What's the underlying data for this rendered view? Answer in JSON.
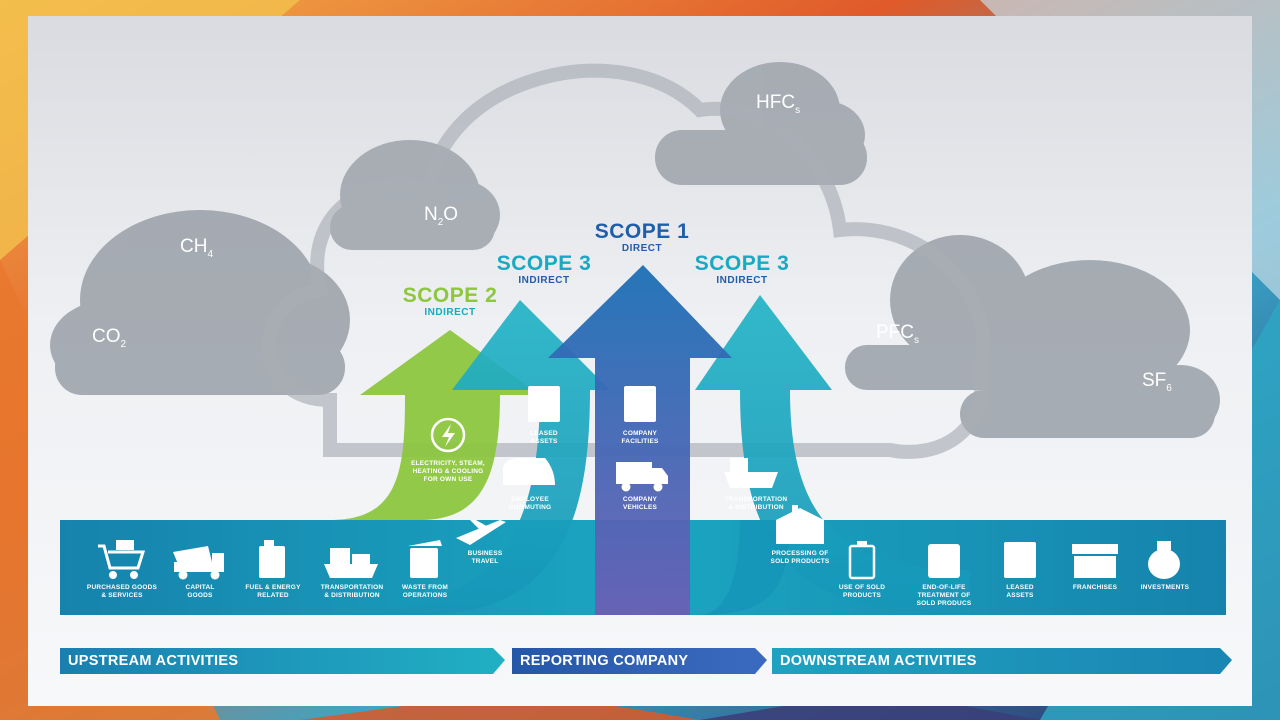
{
  "gases": [
    {
      "main": "CO",
      "sub": "2"
    },
    {
      "main": "CH",
      "sub": "4"
    },
    {
      "main": "N",
      "sub": "2",
      "tail": "O"
    },
    {
      "main": "HFC",
      "sub": "s"
    },
    {
      "main": "PFC",
      "sub": "s"
    },
    {
      "main": "SF",
      "sub": "6"
    }
  ],
  "scopes": {
    "scope1": {
      "title": "SCOPE 1",
      "sub": "DIRECT"
    },
    "scope2": {
      "title": "SCOPE 2",
      "sub": "INDIRECT"
    },
    "scope3_left": {
      "title": "SCOPE 3",
      "sub": "INDIRECT"
    },
    "scope3_right": {
      "title": "SCOPE 3",
      "sub": "INDIRECT"
    }
  },
  "activities": {
    "purchased": "PURCHASED GOODS\n& SERVICES",
    "capital": "CAPITAL\nGOODS",
    "fuel": "FUEL & ENERGY\nRELATED",
    "transport_up": "TRANSPORTATION\n& DISTRIBUTION",
    "waste": "WASTE FROM\nOPERATIONS",
    "business_travel": "BUSINESS\nTRAVEL",
    "employee_commuting": "EMPLOYEE\nCOMMUTING",
    "leased_up": "LEASED\nASSETS",
    "electricity": "ELECTRICITY, STEAM,\nHEATING & COOLING\nFOR OWN USE",
    "company_facilities": "COMPANY\nFACILITIES",
    "company_vehicles": "COMPANY\nVEHICLES",
    "transport_down": "TRANSPORTATION\n& DISTRIBUTION",
    "processing": "PROCESSING OF\nSOLD PRODUCTS",
    "use_sold": "USE OF SOLD\nPRODUCTS",
    "end_of_life": "END-OF-LIFE\nTREATMENT OF\nSOLD PRODUCS",
    "leased_down": "LEASED\nASSETS",
    "franchises": "FRANCHISES",
    "investments": "INVESTMENTS"
  },
  "bars": {
    "upstream": "UPSTREAM ACTIVITIES",
    "reporting": "REPORTING COMPANY",
    "downstream": "DOWNSTREAM ACTIVITIES"
  },
  "colors": {
    "scope1": "#1f5ea8",
    "scope2": "#8dc63f",
    "scope3": "#1ba8c2",
    "scope1_text": "#1f5ea8",
    "scope2_text": "#8dc63f",
    "scope3_text": "#1ba8c2",
    "cloud": "#9aa0a8"
  }
}
